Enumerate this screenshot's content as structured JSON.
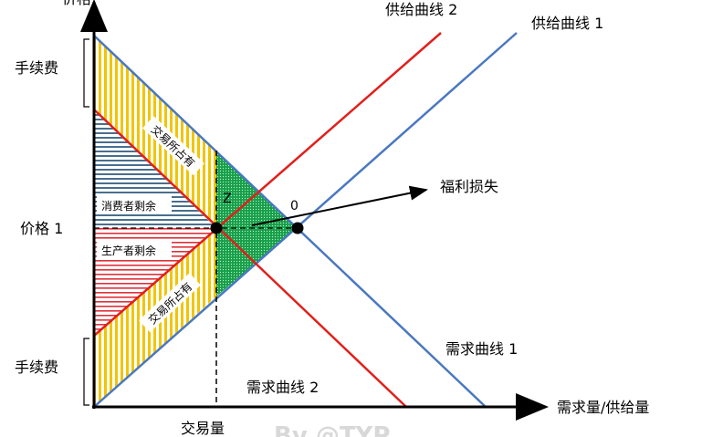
{
  "labels": {
    "price_axis": "价格",
    "quantity_axis": "需求量/供给量",
    "transaction_qty": "交易量",
    "price1": "价格 1",
    "fee_top": "手续费",
    "fee_bottom": "手续费",
    "supply1": "供给曲线 1",
    "supply2": "供给曲线 2",
    "demand1": "需求曲线 1",
    "demand2": "需求曲线 2",
    "welfare_loss": "福利损失",
    "exchange_top": "交易所占有",
    "exchange_bottom": "交易所占有",
    "consumer_surplus": "消费者剩余",
    "producer_surplus": "生产者剩余",
    "point_z": "Z",
    "point_o": "0",
    "watermark": "By @TYP"
  },
  "colors": {
    "supply1": "#4a78c0",
    "demand1": "#4a78c0",
    "supply2": "#e0201c",
    "demand2": "#e0201c",
    "fee_hatch": "#f2c400",
    "consumer_hatch": "#4a6e8e",
    "producer_hatch": "#e0303a",
    "welfare_fill": "#1aa84a"
  }
}
